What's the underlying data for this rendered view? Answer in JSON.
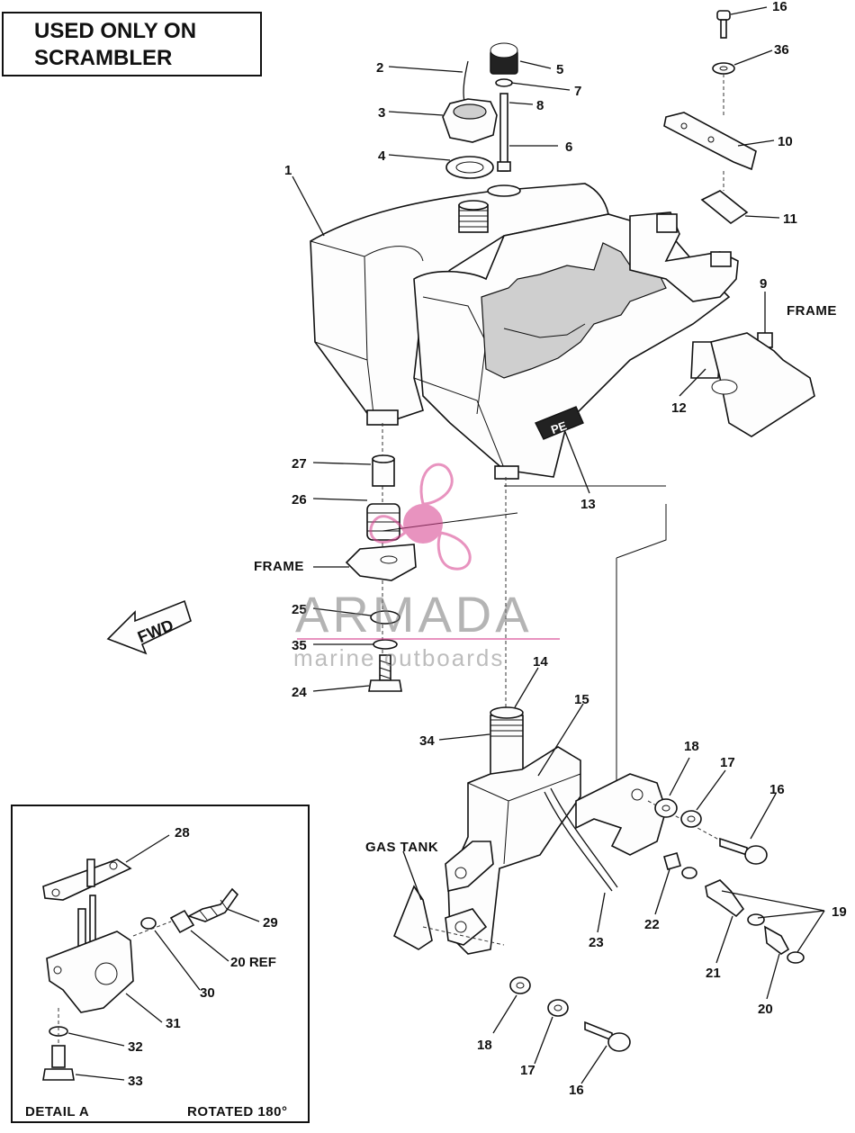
{
  "header": {
    "line1": "USED ONLY ON",
    "line2": "SCRAMBLER"
  },
  "callouts": {
    "c1": "1",
    "c2": "2",
    "c3": "3",
    "c4": "4",
    "c5": "5",
    "c6": "6",
    "c7": "7",
    "c8": "8",
    "c9": "9",
    "c10": "10",
    "c11": "11",
    "c12": "12",
    "c13": "13",
    "c14": "14",
    "c15": "15",
    "c16a": "16",
    "c16b": "16",
    "c16c": "16",
    "c17a": "17",
    "c17b": "17",
    "c18a": "18",
    "c18b": "18",
    "c19": "19",
    "c20a": "20",
    "c20b": "20 REF",
    "c21": "21",
    "c22": "22",
    "c23": "23",
    "c24": "24",
    "c25": "25",
    "c26": "26",
    "c27": "27",
    "c28": "28",
    "c29": "29",
    "c30": "30",
    "c31": "31",
    "c32": "32",
    "c33": "33",
    "c34": "34",
    "c35": "35",
    "c36": "36"
  },
  "labels": {
    "frame_right": "FRAME",
    "frame_left": "FRAME",
    "gas_tank": "GAS TANK",
    "fwd": "FWD",
    "tank_badge": "PE",
    "detail_title": "DETAIL A",
    "detail_note": "ROTATED 180°"
  },
  "watermark": {
    "brand": "ARMADA",
    "tagline": "marine outboards",
    "color": "#d63c8c"
  }
}
